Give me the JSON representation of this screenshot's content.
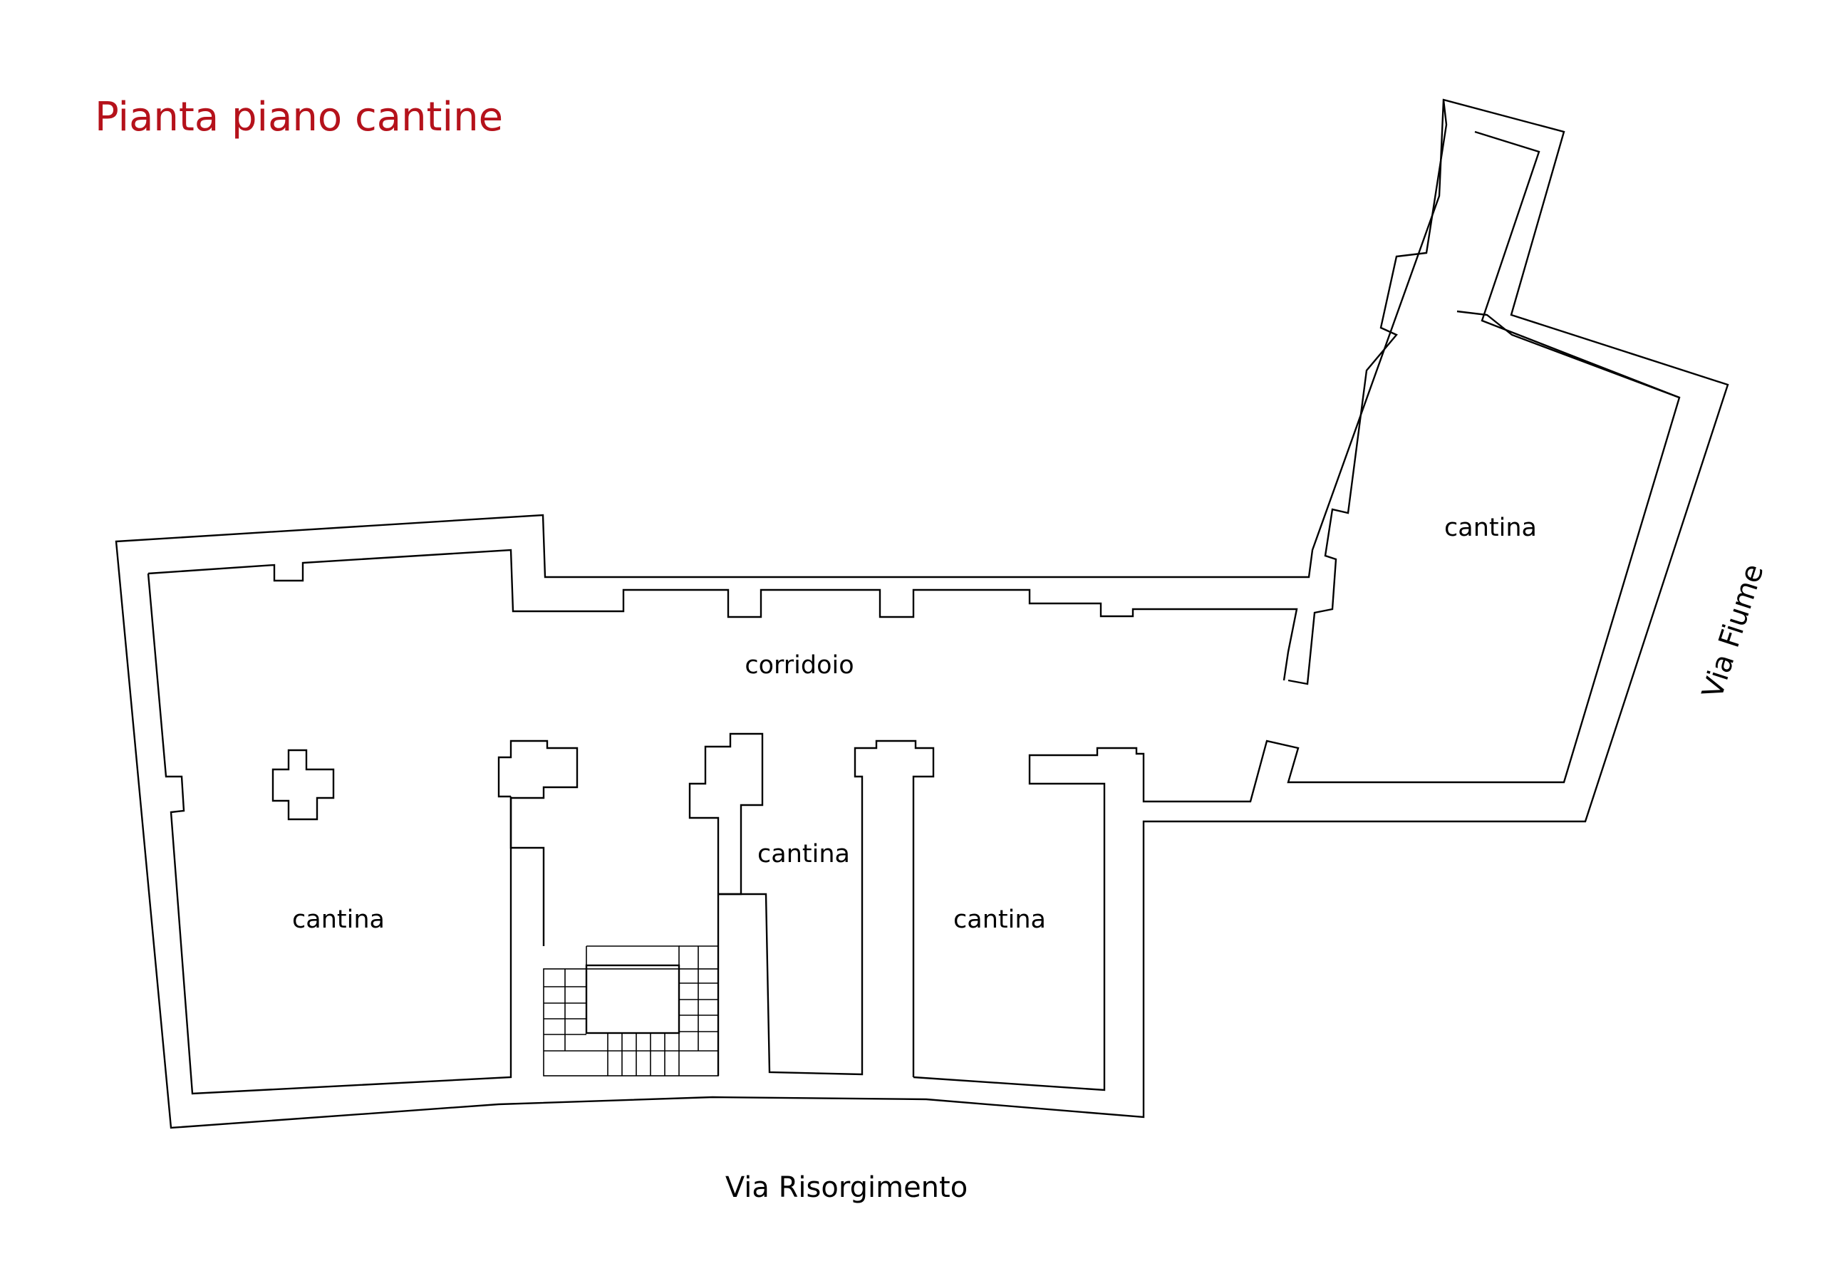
{
  "title": "Pianta piano cantine",
  "title_color": "#b5121b",
  "rooms": {
    "corridor": "corridoio",
    "cellar_west": "cantina",
    "cellar_middle": "cantina",
    "cellar_south": "cantina",
    "cellar_east": "cantina"
  },
  "streets": {
    "south": "Via Risorgimento",
    "east": "Via Fiume"
  }
}
